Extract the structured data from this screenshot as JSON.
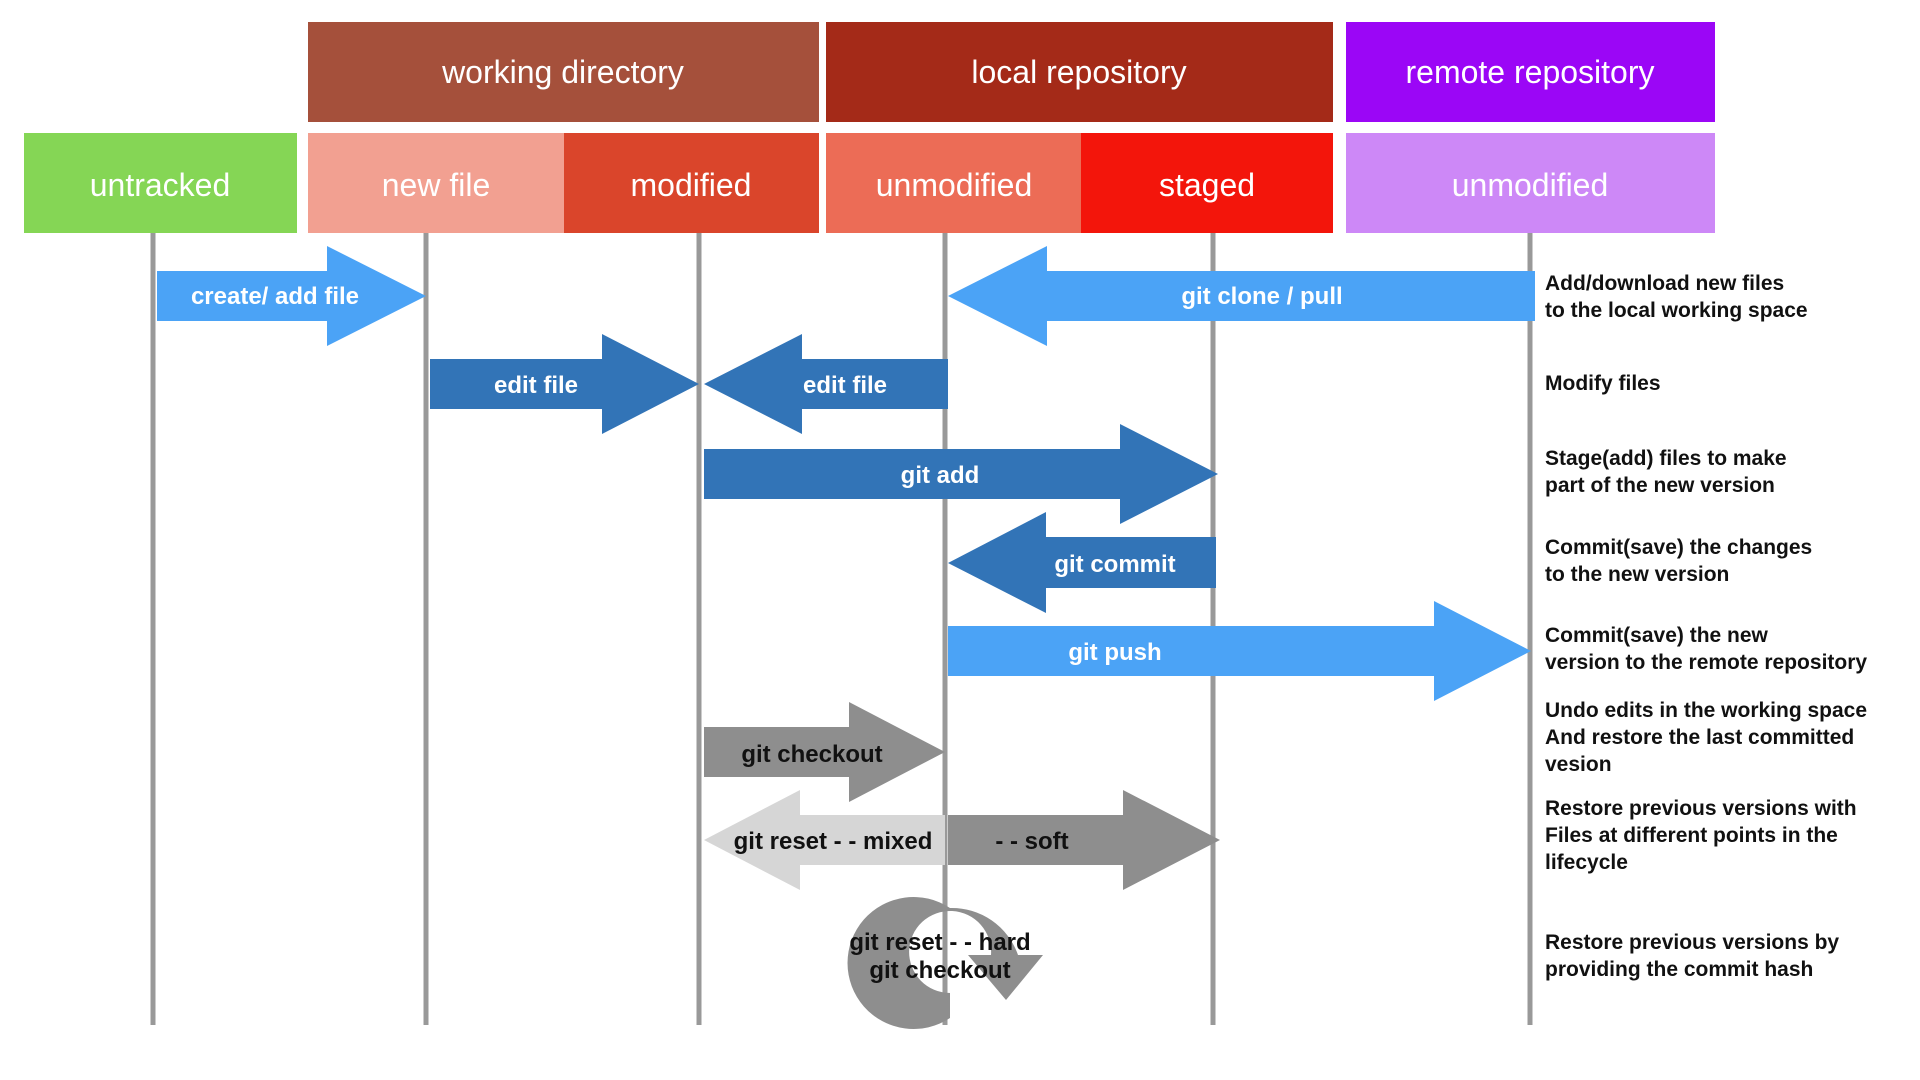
{
  "groups": [
    {
      "id": "working",
      "label": "working directory",
      "color": "#A5503B"
    },
    {
      "id": "local",
      "label": "local repository",
      "color": "#A42A18"
    },
    {
      "id": "remote",
      "label": "remote repository",
      "color": "#9B06F6"
    }
  ],
  "states": [
    {
      "id": "untracked",
      "label": "untracked",
      "color": "#85D655"
    },
    {
      "id": "new-file",
      "label": "new file",
      "color": "#F2A091"
    },
    {
      "id": "modified",
      "label": "modified",
      "color": "#DA452B"
    },
    {
      "id": "unmodified-local",
      "label": "unmodified",
      "color": "#EC6C56"
    },
    {
      "id": "staged",
      "label": "staged",
      "color": "#F3150B"
    },
    {
      "id": "unmodified-remote",
      "label": "unmodified",
      "color": "#CD88F7"
    }
  ],
  "arrows": [
    {
      "id": "create-add-file",
      "label": "create/ add  file",
      "from": "untracked",
      "to": "new-file",
      "color": "#4BA3F6"
    },
    {
      "id": "git-clone-pull",
      "label": "git clone / pull",
      "from": "unmodified-remote",
      "to": "unmodified-local",
      "color": "#4BA3F6"
    },
    {
      "id": "edit-file-forward",
      "label": "edit file",
      "from": "new-file",
      "to": "modified",
      "color": "#3274B7"
    },
    {
      "id": "edit-file-back",
      "label": "edit file",
      "from": "unmodified-local",
      "to": "modified",
      "color": "#3274B7"
    },
    {
      "id": "git-add",
      "label": "git add",
      "from": "modified",
      "to": "staged",
      "color": "#3274B7"
    },
    {
      "id": "git-commit",
      "label": "git commit",
      "from": "staged",
      "to": "unmodified-local",
      "color": "#3274B7"
    },
    {
      "id": "git-push",
      "label": "git push",
      "from": "unmodified-local",
      "to": "unmodified-remote",
      "color": "#4BA3F6"
    },
    {
      "id": "git-checkout",
      "label": "git checkout",
      "from": "modified",
      "to": "unmodified-local",
      "color": "#8E8E8E"
    },
    {
      "id": "git-reset-mixed",
      "label": "git reset  - - mixed",
      "from": "unmodified-local",
      "to": "modified",
      "color": "#D6D6D6"
    },
    {
      "id": "git-reset-soft",
      "label": "- - soft",
      "from": "unmodified-local",
      "to": "staged",
      "color": "#8E8E8E"
    }
  ],
  "loop": {
    "line1": "git reset  - - hard",
    "line2": "git checkout",
    "color": "#8E8E8E"
  },
  "descriptions": [
    "Add/download new files\nto the local working space",
    "Modify files",
    "Stage(add) files to make\npart of the new version",
    "Commit(save) the changes\nto the new version",
    "Commit(save) the new\nversion to the remote repository",
    "Undo edits in the working space\nAnd restore the last committed\nvesion",
    "Restore previous versions with\nFiles at different points in the\nlifecycle",
    "Restore previous versions by\nproviding the commit hash"
  ],
  "colors": {
    "lifeline": "#999999",
    "arrow_text": "#ffffff",
    "dark_text": "#111111"
  }
}
